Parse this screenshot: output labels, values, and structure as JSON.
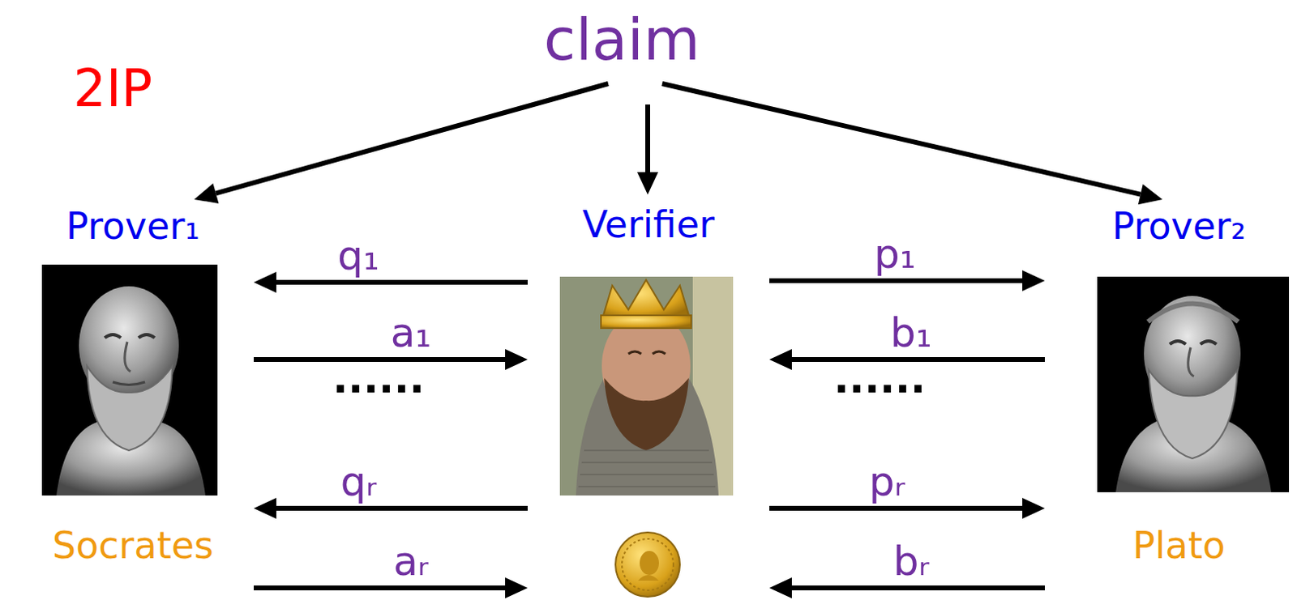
{
  "diagram": {
    "nodes": [
      {
        "text": [
          "claim"
        ]
      },
      {
        "text": [
          "Prover₁",
          "Socrates"
        ]
      },
      {
        "text": [
          "Verifier"
        ]
      },
      {
        "text": [
          "Prover₂",
          "Plato"
        ]
      }
    ],
    "edges": [
      {
        "from": 0,
        "to": 1,
        "arrow": "to"
      },
      {
        "from": 0,
        "to": 2,
        "arrow": "to"
      },
      {
        "from": 0,
        "to": 3,
        "arrow": "to"
      },
      {
        "from": 2,
        "to": 1,
        "label": "q₁",
        "arrow": "to"
      },
      {
        "from": 1,
        "to": 2,
        "label": "a₁",
        "arrow": "to"
      },
      {
        "from": 2,
        "to": 1,
        "label": "qᵣ",
        "arrow": "to"
      },
      {
        "from": 1,
        "to": 2,
        "label": "aᵣ",
        "arrow": "to"
      },
      {
        "from": 2,
        "to": 3,
        "label": "p₁",
        "arrow": "to"
      },
      {
        "from": 3,
        "to": 2,
        "label": "b₁",
        "arrow": "to"
      },
      {
        "from": 2,
        "to": 3,
        "label": "pᵣ",
        "arrow": "to"
      },
      {
        "from": 3,
        "to": 2,
        "label": "bᵣ",
        "arrow": "to"
      }
    ],
    "labels": [
      "2IP",
      "......",
      "......"
    ]
  }
}
